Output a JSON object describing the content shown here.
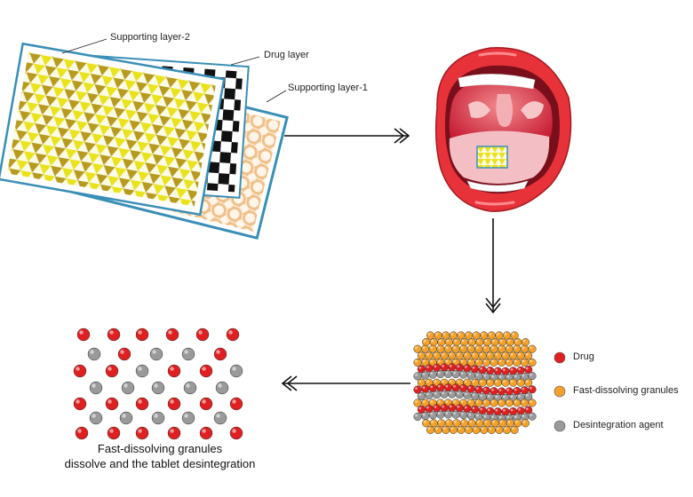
{
  "film": {
    "labels": {
      "supporting_layer_2": "Supporting layer-2",
      "drug_layer": "Drug layer",
      "supporting_layer_1": "Supporting layer-1"
    }
  },
  "legend": {
    "items": [
      {
        "label": "Drug",
        "color": "#e02020"
      },
      {
        "label": "Fast-dissolving granules",
        "color": "#f3a12a"
      },
      {
        "label": "Desintegration agent",
        "color": "#9a9a9a"
      }
    ]
  },
  "caption": {
    "line1": "Fast-dissolving granules",
    "line2": "dissolve and the tablet desintegration"
  },
  "colors": {
    "drug": "#e02020",
    "granule": "#f3a12a",
    "agent": "#9a9a9a",
    "film_yellow": "#e9e21c",
    "film_gold": "#b79a1e",
    "checker": "#111111",
    "lace": "#f0c089",
    "frame_blue": "#3a8fb7",
    "lips": "#e8323a",
    "mouth_inner": "#d7263d",
    "tongue": "#f3bfc5"
  },
  "icons": [
    "arrow-right-icon",
    "arrow-down-icon",
    "arrow-left-icon"
  ]
}
